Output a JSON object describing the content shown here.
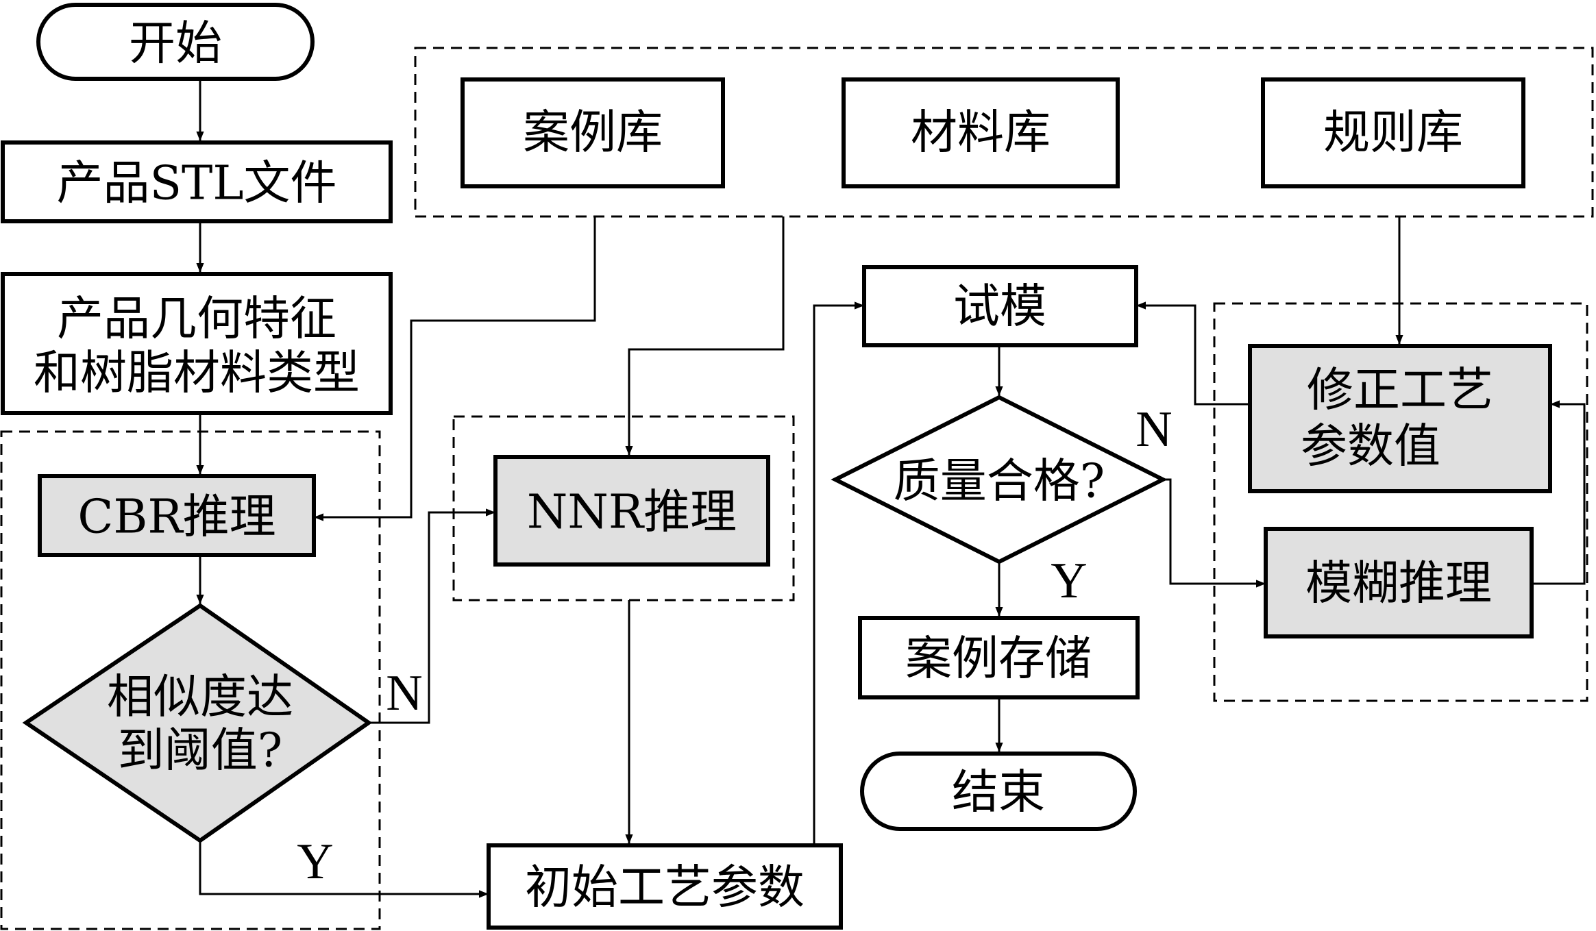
{
  "colors": {
    "stroke": "#000000",
    "plain_fill": "#ffffff",
    "shaded_fill": "#e0e0e0"
  },
  "nodes": {
    "start": "开始",
    "stl_file": "产品STL文件",
    "features": [
      "产品几何特征",
      "和树脂材料类型"
    ],
    "case_lib": "案例库",
    "material_lib": "材料库",
    "rule_lib": "规则库",
    "cbr": "CBR推理",
    "similarity": [
      "相似度达",
      "到阈值?"
    ],
    "nnr": "NNR推理",
    "initial_params": "初始工艺参数",
    "trial": "试模",
    "quality": "质量合格?",
    "case_store": "案例存储",
    "end": "结束",
    "correct_params": [
      "修正工艺",
      "参数值"
    ],
    "fuzzy": "模糊推理"
  },
  "labels": {
    "n1": "N",
    "y1": "Y",
    "n2": "N",
    "y2": "Y"
  }
}
